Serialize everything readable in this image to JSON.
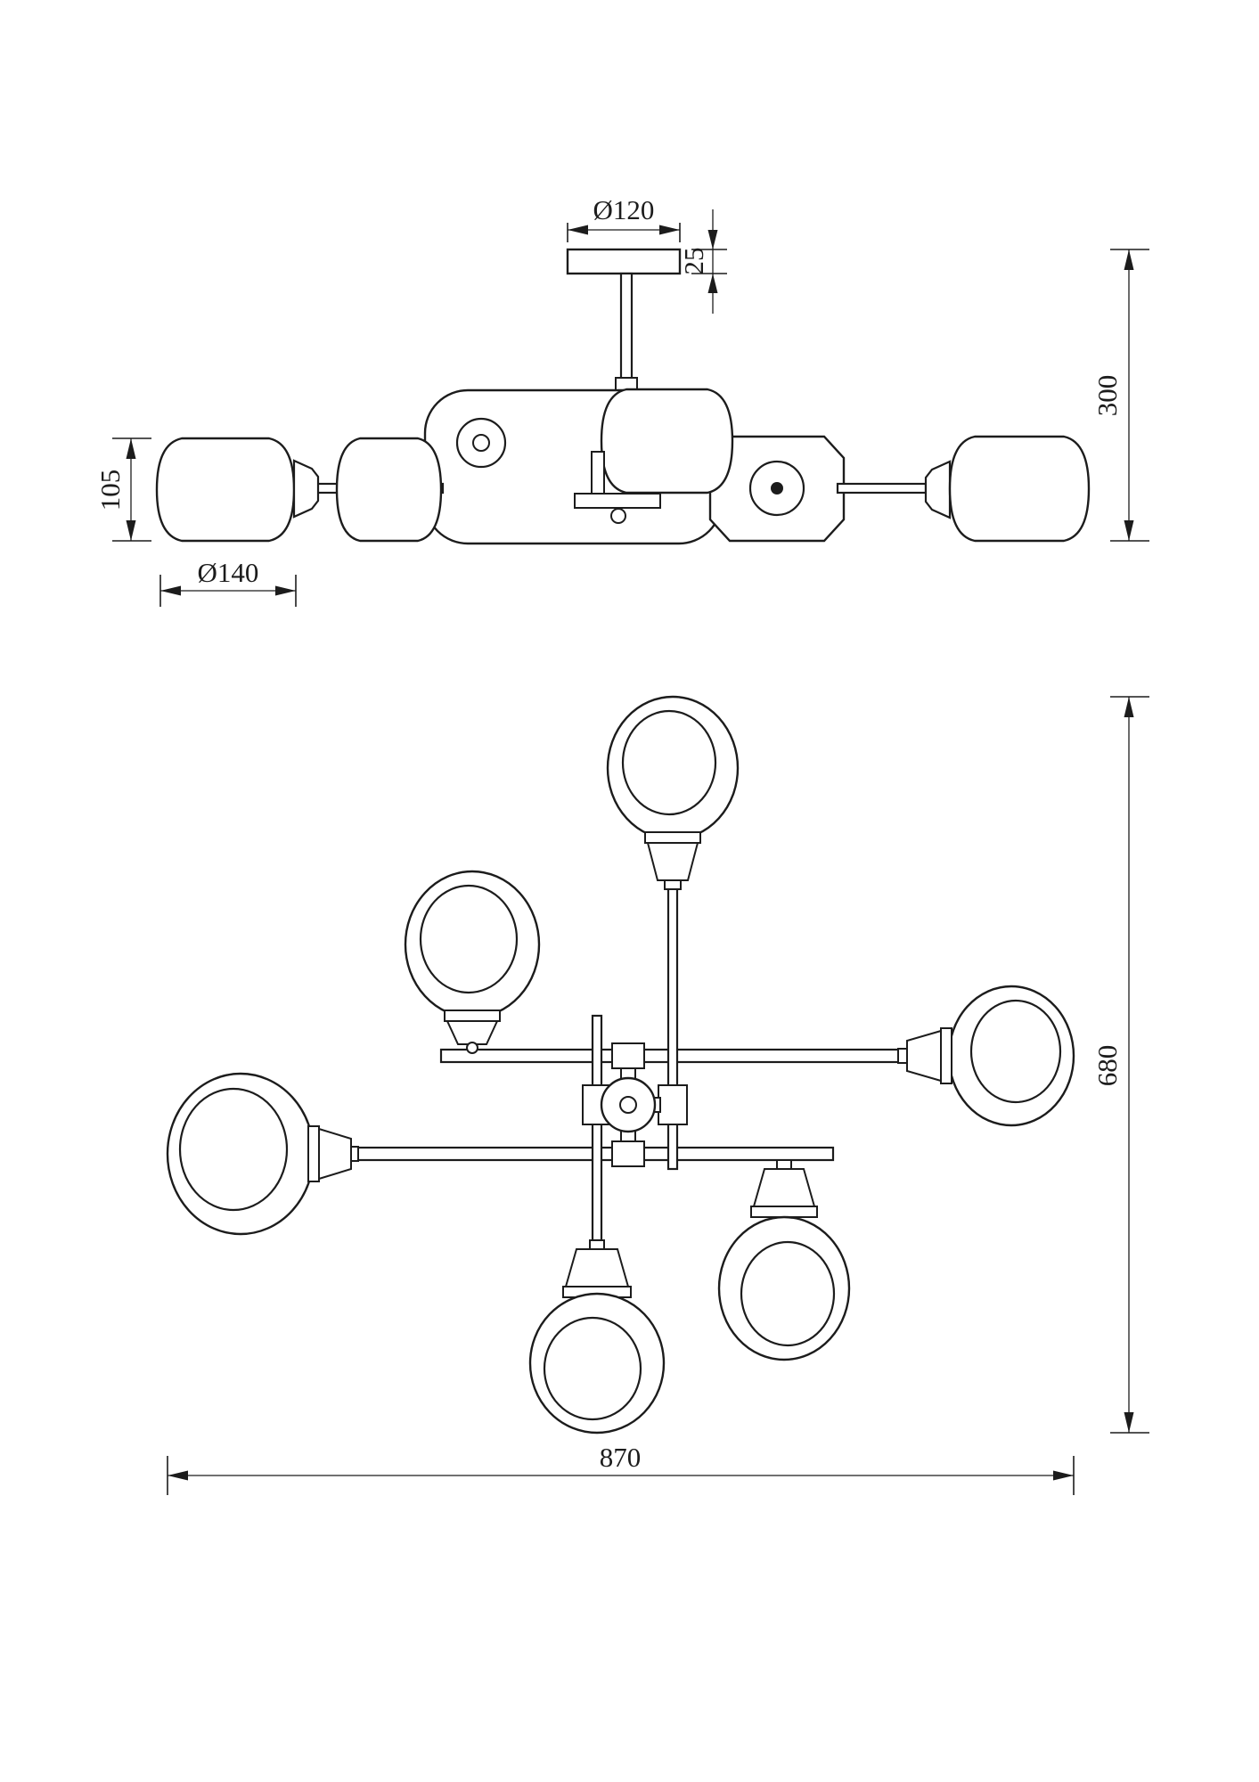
{
  "drawing": {
    "background": "#ffffff",
    "ink": "#1c1c1c",
    "type": "technical-dimension-drawing",
    "front_view": {
      "dims": {
        "canopy_diameter": "Ø120",
        "canopy_thickness": "25",
        "fixture_height": "300",
        "shade_height": "105",
        "shade_diameter": "Ø140"
      }
    },
    "plan_view": {
      "dims": {
        "overall_depth": "680",
        "overall_width": "870"
      }
    }
  }
}
